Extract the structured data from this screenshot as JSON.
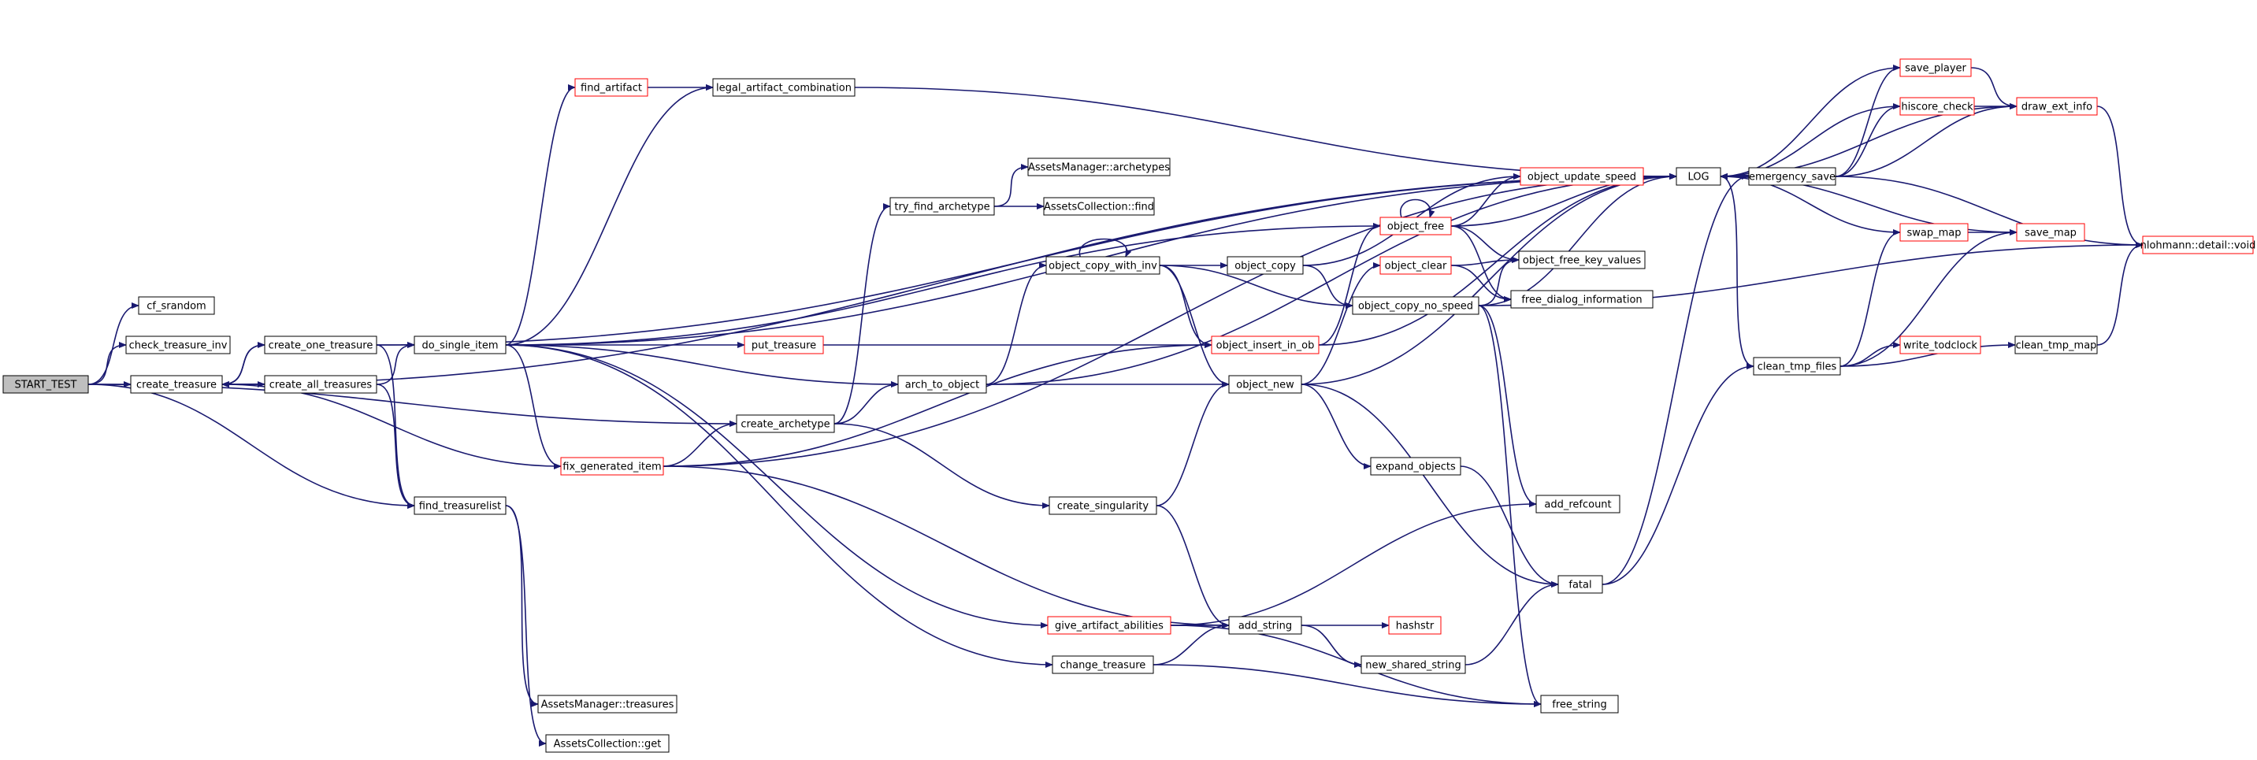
{
  "colors": {
    "edge": "#191970",
    "root_fill": "#bfbfbf",
    "highlight_border": "#ff0000",
    "default_border": "#000000"
  },
  "nodes": [
    {
      "id": "start",
      "label": "START_TEST",
      "style": "root"
    },
    {
      "id": "cf_srandom",
      "label": "cf_srandom"
    },
    {
      "id": "check_treasure_inv",
      "label": "check_treasure_inv"
    },
    {
      "id": "create_treasure",
      "label": "create_treasure"
    },
    {
      "id": "create_one_treasure",
      "label": "create_one_treasure"
    },
    {
      "id": "create_all_treasures",
      "label": "create_all_treasures"
    },
    {
      "id": "do_single_item",
      "label": "do_single_item"
    },
    {
      "id": "find_treasurelist",
      "label": "find_treasurelist"
    },
    {
      "id": "find_artifact",
      "label": "find_artifact",
      "style": "red"
    },
    {
      "id": "legal_artifact_combination",
      "label": "legal_artifact_combination"
    },
    {
      "id": "fix_generated_item",
      "label": "fix_generated_item",
      "style": "red"
    },
    {
      "id": "create_archetype",
      "label": "create_archetype"
    },
    {
      "id": "arch_to_object",
      "label": "arch_to_object"
    },
    {
      "id": "put_treasure",
      "label": "put_treasure",
      "style": "red"
    },
    {
      "id": "try_find_archetype",
      "label": "try_find_archetype"
    },
    {
      "id": "am_archetypes",
      "label": "AssetsManager::archetypes"
    },
    {
      "id": "ac_find",
      "label": "AssetsCollection::find"
    },
    {
      "id": "am_treasures",
      "label": "AssetsManager::treasures"
    },
    {
      "id": "ac_get",
      "label": "AssetsCollection::get"
    },
    {
      "id": "give_artifact_abilities",
      "label": "give_artifact_abilities",
      "style": "red"
    },
    {
      "id": "change_treasure",
      "label": "change_treasure"
    },
    {
      "id": "create_singularity",
      "label": "create_singularity"
    },
    {
      "id": "object_copy_with_inv",
      "label": "object_copy_with_inv"
    },
    {
      "id": "object_copy",
      "label": "object_copy"
    },
    {
      "id": "object_insert_in_ob",
      "label": "object_insert_in_ob",
      "style": "red"
    },
    {
      "id": "object_new",
      "label": "object_new"
    },
    {
      "id": "object_free",
      "label": "object_free",
      "style": "red"
    },
    {
      "id": "object_clear",
      "label": "object_clear",
      "style": "red"
    },
    {
      "id": "object_copy_no_speed",
      "label": "object_copy_no_speed"
    },
    {
      "id": "expand_objects",
      "label": "expand_objects"
    },
    {
      "id": "add_string",
      "label": "add_string"
    },
    {
      "id": "new_shared_string",
      "label": "new_shared_string"
    },
    {
      "id": "hashstr",
      "label": "hashstr",
      "style": "red"
    },
    {
      "id": "object_update_speed",
      "label": "object_update_speed",
      "style": "red"
    },
    {
      "id": "object_free_key_values",
      "label": "object_free_key_values"
    },
    {
      "id": "free_dialog_information",
      "label": "free_dialog_information"
    },
    {
      "id": "add_refcount",
      "label": "add_refcount"
    },
    {
      "id": "fatal",
      "label": "fatal"
    },
    {
      "id": "free_string",
      "label": "free_string"
    },
    {
      "id": "LOG",
      "label": "LOG"
    },
    {
      "id": "emergency_save",
      "label": "emergency_save"
    },
    {
      "id": "clean_tmp_files",
      "label": "clean_tmp_files"
    },
    {
      "id": "save_player",
      "label": "save_player",
      "style": "red"
    },
    {
      "id": "hiscore_check",
      "label": "hiscore_check",
      "style": "red"
    },
    {
      "id": "draw_ext_info",
      "label": "draw_ext_info",
      "style": "red"
    },
    {
      "id": "swap_map",
      "label": "swap_map",
      "style": "red"
    },
    {
      "id": "save_map",
      "label": "save_map",
      "style": "red"
    },
    {
      "id": "write_todclock",
      "label": "write_todclock",
      "style": "red"
    },
    {
      "id": "clean_tmp_map",
      "label": "clean_tmp_map"
    },
    {
      "id": "nlohmann_void",
      "label": "nlohmann::detail::void",
      "style": "red"
    }
  ],
  "edges": [
    [
      "start",
      "cf_srandom"
    ],
    [
      "start",
      "check_treasure_inv"
    ],
    [
      "start",
      "create_treasure"
    ],
    [
      "start",
      "find_treasurelist"
    ],
    [
      "start",
      "create_archetype"
    ],
    [
      "create_treasure",
      "create_one_treasure"
    ],
    [
      "create_treasure",
      "create_all_treasures"
    ],
    [
      "create_treasure",
      "LOG"
    ],
    [
      "create_one_treasure",
      "create_treasure"
    ],
    [
      "create_one_treasure",
      "do_single_item"
    ],
    [
      "create_one_treasure",
      "find_treasurelist"
    ],
    [
      "create_one_treasure",
      "LOG"
    ],
    [
      "create_all_treasures",
      "create_treasure"
    ],
    [
      "create_all_treasures",
      "do_single_item"
    ],
    [
      "create_all_treasures",
      "find_treasurelist"
    ],
    [
      "do_single_item",
      "find_artifact"
    ],
    [
      "do_single_item",
      "legal_artifact_combination"
    ],
    [
      "do_single_item",
      "LOG"
    ],
    [
      "do_single_item",
      "object_free"
    ],
    [
      "do_single_item",
      "put_treasure"
    ],
    [
      "do_single_item",
      "arch_to_object"
    ],
    [
      "do_single_item",
      "fix_generated_item"
    ],
    [
      "do_single_item",
      "give_artifact_abilities"
    ],
    [
      "do_single_item",
      "change_treasure"
    ],
    [
      "find_artifact",
      "legal_artifact_combination"
    ],
    [
      "legal_artifact_combination",
      "LOG"
    ],
    [
      "find_treasurelist",
      "am_treasures"
    ],
    [
      "find_treasurelist",
      "ac_get"
    ],
    [
      "fix_generated_item",
      "create_treasure"
    ],
    [
      "fix_generated_item",
      "create_archetype"
    ],
    [
      "fix_generated_item",
      "object_insert_in_ob"
    ],
    [
      "fix_generated_item",
      "LOG"
    ],
    [
      "fix_generated_item",
      "add_string"
    ],
    [
      "create_archetype",
      "try_find_archetype"
    ],
    [
      "create_archetype",
      "arch_to_object"
    ],
    [
      "create_archetype",
      "create_singularity"
    ],
    [
      "try_find_archetype",
      "am_archetypes"
    ],
    [
      "try_find_archetype",
      "ac_find"
    ],
    [
      "arch_to_object",
      "object_copy_with_inv"
    ],
    [
      "arch_to_object",
      "object_new"
    ],
    [
      "arch_to_object",
      "LOG"
    ],
    [
      "put_treasure",
      "object_insert_in_ob"
    ],
    [
      "object_copy_with_inv",
      "object_copy_with_inv"
    ],
    [
      "object_copy_with_inv",
      "object_copy"
    ],
    [
      "object_copy_with_inv",
      "object_copy_no_speed"
    ],
    [
      "object_copy_with_inv",
      "object_insert_in_ob"
    ],
    [
      "object_copy_with_inv",
      "object_new"
    ],
    [
      "object_copy",
      "object_update_speed"
    ],
    [
      "object_copy",
      "object_copy_no_speed"
    ],
    [
      "object_insert_in_ob",
      "object_free"
    ],
    [
      "object_insert_in_ob",
      "LOG"
    ],
    [
      "object_new",
      "object_clear"
    ],
    [
      "object_new",
      "expand_objects"
    ],
    [
      "object_new",
      "fatal"
    ],
    [
      "object_new",
      "LOG"
    ],
    [
      "object_free",
      "object_free"
    ],
    [
      "object_free",
      "object_update_speed"
    ],
    [
      "object_free",
      "object_free_key_values"
    ],
    [
      "object_free",
      "free_dialog_information"
    ],
    [
      "object_free",
      "LOG"
    ],
    [
      "object_clear",
      "object_free_key_values"
    ],
    [
      "object_clear",
      "free_dialog_information"
    ],
    [
      "object_copy_no_speed",
      "object_free_key_values"
    ],
    [
      "object_copy_no_speed",
      "add_refcount"
    ],
    [
      "object_copy_no_speed",
      "free_string"
    ],
    [
      "object_copy_no_speed",
      "LOG"
    ],
    [
      "object_copy_no_speed",
      "nlohmann_void"
    ],
    [
      "create_singularity",
      "object_new"
    ],
    [
      "create_singularity",
      "add_string"
    ],
    [
      "expand_objects",
      "fatal"
    ],
    [
      "give_artifact_abilities",
      "add_string"
    ],
    [
      "give_artifact_abilities",
      "add_refcount"
    ],
    [
      "give_artifact_abilities",
      "free_string"
    ],
    [
      "change_treasure",
      "add_string"
    ],
    [
      "change_treasure",
      "free_string"
    ],
    [
      "add_string",
      "hashstr"
    ],
    [
      "add_string",
      "new_shared_string"
    ],
    [
      "new_shared_string",
      "fatal"
    ],
    [
      "fatal",
      "emergency_save"
    ],
    [
      "fatal",
      "clean_tmp_files"
    ],
    [
      "object_update_speed",
      "LOG"
    ],
    [
      "LOG",
      "emergency_save"
    ],
    [
      "LOG",
      "clean_tmp_files"
    ],
    [
      "emergency_save",
      "LOG"
    ],
    [
      "emergency_save",
      "save_player"
    ],
    [
      "emergency_save",
      "hiscore_check"
    ],
    [
      "emergency_save",
      "draw_ext_info"
    ],
    [
      "emergency_save",
      "nlohmann_void"
    ],
    [
      "save_player",
      "LOG"
    ],
    [
      "save_player",
      "draw_ext_info"
    ],
    [
      "hiscore_check",
      "LOG"
    ],
    [
      "hiscore_check",
      "draw_ext_info"
    ],
    [
      "draw_ext_info",
      "LOG"
    ],
    [
      "draw_ext_info",
      "nlohmann_void"
    ],
    [
      "clean_tmp_files",
      "swap_map"
    ],
    [
      "clean_tmp_files",
      "save_map"
    ],
    [
      "clean_tmp_files",
      "write_todclock"
    ],
    [
      "clean_tmp_files",
      "clean_tmp_map"
    ],
    [
      "swap_map",
      "LOG"
    ],
    [
      "swap_map",
      "save_map"
    ],
    [
      "save_map",
      "LOG"
    ],
    [
      "clean_tmp_map",
      "nlohmann_void"
    ]
  ]
}
